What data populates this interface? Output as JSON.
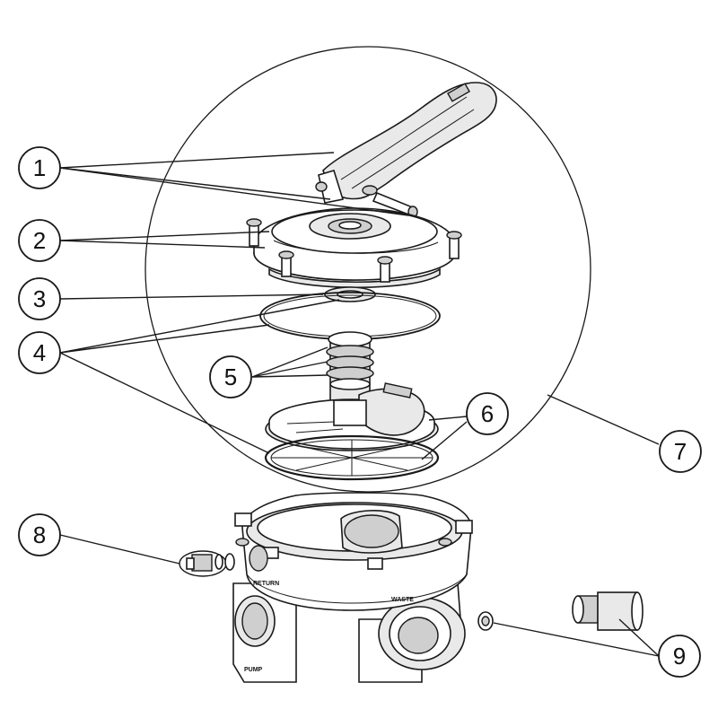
{
  "diagram": {
    "callouts": [
      {
        "number": "1"
      },
      {
        "number": "2"
      },
      {
        "number": "3"
      },
      {
        "number": "4"
      },
      {
        "number": "5"
      },
      {
        "number": "6"
      },
      {
        "number": "7"
      },
      {
        "number": "8"
      },
      {
        "number": "9"
      }
    ],
    "body_markings": {
      "port_waste": "WASTE",
      "port_return": "RETURN",
      "port_pump": "PUMP"
    },
    "colors": {
      "line": "#1a1a1a",
      "fill_light": "#e9e9e9",
      "fill_dark": "#cfcfcf",
      "background": "#ffffff"
    }
  }
}
